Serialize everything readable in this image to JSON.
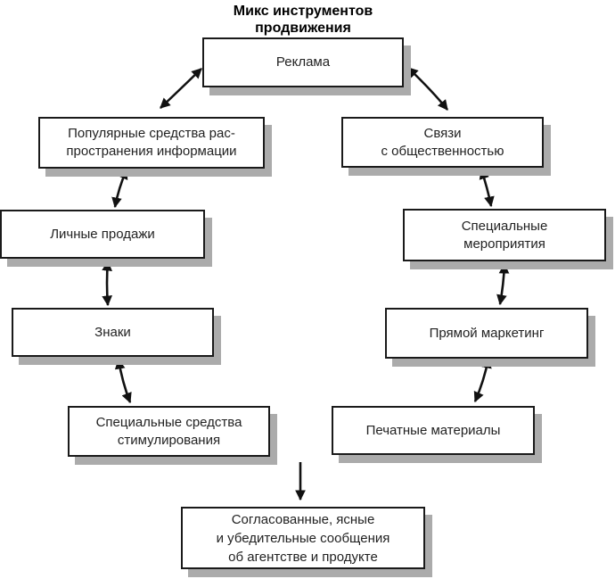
{
  "title": "Микс инструментов\nпродвижения",
  "colors": {
    "box_border": "#1a1a1a",
    "box_shadow": "#ababab",
    "text": "#222222",
    "arrow": "#111111",
    "background": "#ffffff"
  },
  "boxes": [
    {
      "id": "advertising",
      "label": "Реклама"
    },
    {
      "id": "mass-media",
      "label": "Популярные средства рас-\nпространения информации"
    },
    {
      "id": "public-relations",
      "label": "Связи\nс общественностью"
    },
    {
      "id": "personal-selling",
      "label": "Личные продажи"
    },
    {
      "id": "special-events",
      "label": "Специальные\nмероприятия"
    },
    {
      "id": "signs",
      "label": "Знаки"
    },
    {
      "id": "direct-marketing",
      "label": "Прямой маркетинг"
    },
    {
      "id": "sales-promotion",
      "label": "Специальные средства\nстимулирования"
    },
    {
      "id": "print-materials",
      "label": "Печатные материалы"
    },
    {
      "id": "message",
      "label": "Согласованные, ясные\nи убедительные сообщения\nоб агентстве и продукте"
    }
  ],
  "connections": [
    {
      "from": "advertising",
      "to": "mass-media",
      "bidirectional": true
    },
    {
      "from": "advertising",
      "to": "public-relations",
      "bidirectional": true
    },
    {
      "from": "mass-media",
      "to": "personal-selling",
      "bidirectional": true
    },
    {
      "from": "public-relations",
      "to": "special-events",
      "bidirectional": true
    },
    {
      "from": "personal-selling",
      "to": "signs",
      "bidirectional": true
    },
    {
      "from": "special-events",
      "to": "direct-marketing",
      "bidirectional": true
    },
    {
      "from": "signs",
      "to": "sales-promotion",
      "bidirectional": true
    },
    {
      "from": "direct-marketing",
      "to": "print-materials",
      "bidirectional": true
    },
    {
      "from": "all-tools",
      "to": "message",
      "bidirectional": false
    }
  ]
}
